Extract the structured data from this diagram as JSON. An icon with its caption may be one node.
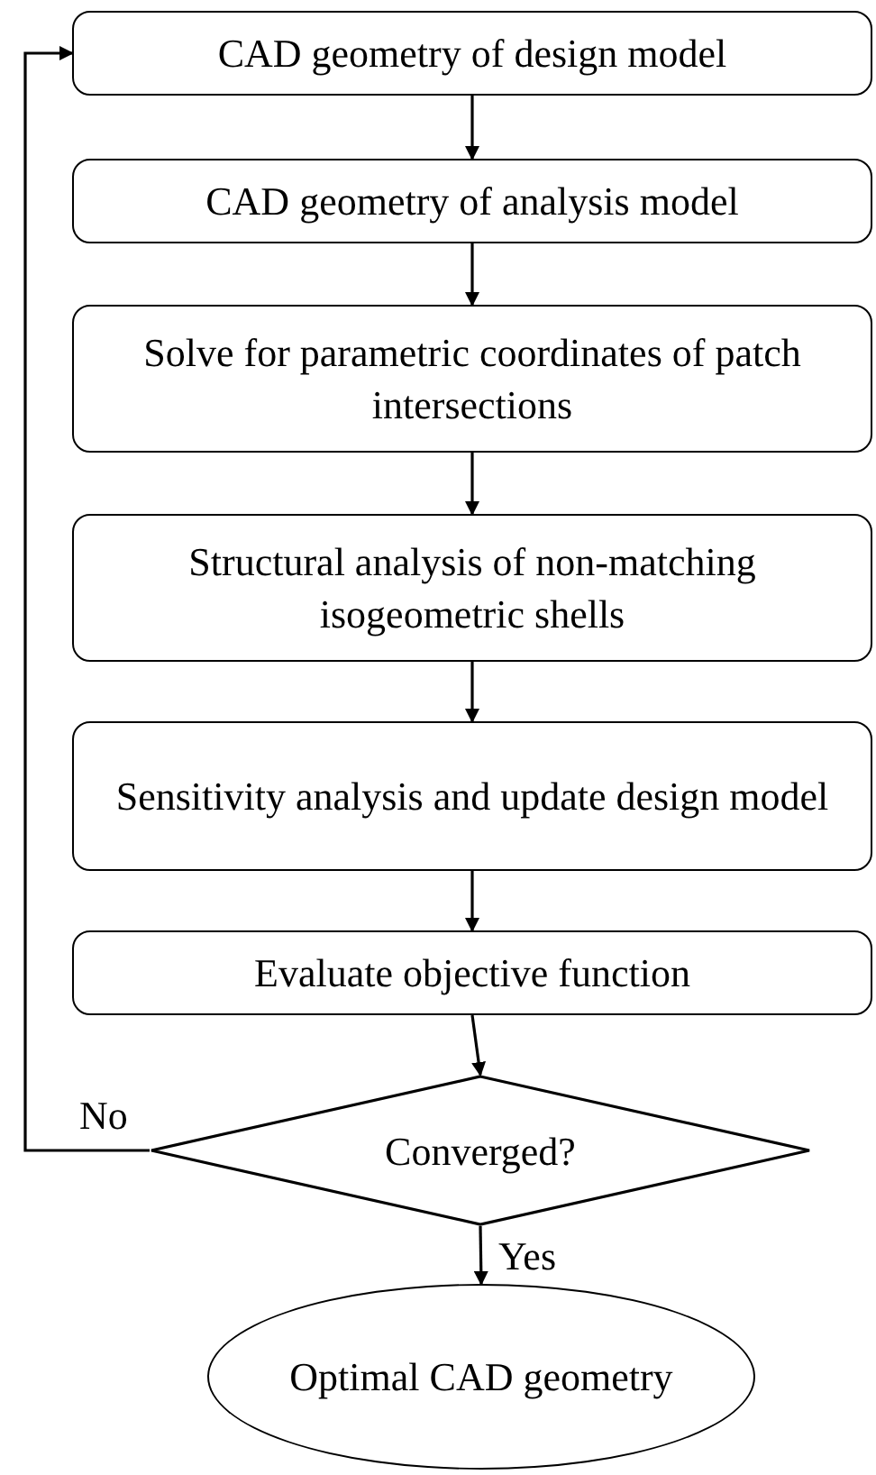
{
  "diagram": {
    "nodes": [
      {
        "text": [
          "CAD geometry of design model"
        ]
      },
      {
        "text": [
          "CAD geometry of analysis model"
        ]
      },
      {
        "text": [
          "Solve for parametric coordinates of patch intersections"
        ]
      },
      {
        "text": [
          "Structural analysis of non-matching isogeometric shells"
        ]
      },
      {
        "text": [
          "Sensitivity analysis and update design model"
        ]
      },
      {
        "text": [
          "Evaluate objective function"
        ]
      },
      {
        "text": [
          "Converged?"
        ]
      },
      {
        "text": [
          "Optimal CAD geometry"
        ]
      }
    ],
    "edges": [
      {
        "from": 0,
        "to": 1,
        "arrow": "to"
      },
      {
        "from": 1,
        "to": 2,
        "arrow": "to"
      },
      {
        "from": 2,
        "to": 3,
        "arrow": "to"
      },
      {
        "from": 3,
        "to": 4,
        "arrow": "to"
      },
      {
        "from": 4,
        "to": 5,
        "arrow": "to"
      },
      {
        "from": 5,
        "to": 6,
        "arrow": "to"
      },
      {
        "from": 6,
        "to": 0,
        "arrow": "to",
        "label": "No"
      },
      {
        "from": 6,
        "to": 7,
        "arrow": "to",
        "label": "Yes"
      }
    ]
  }
}
